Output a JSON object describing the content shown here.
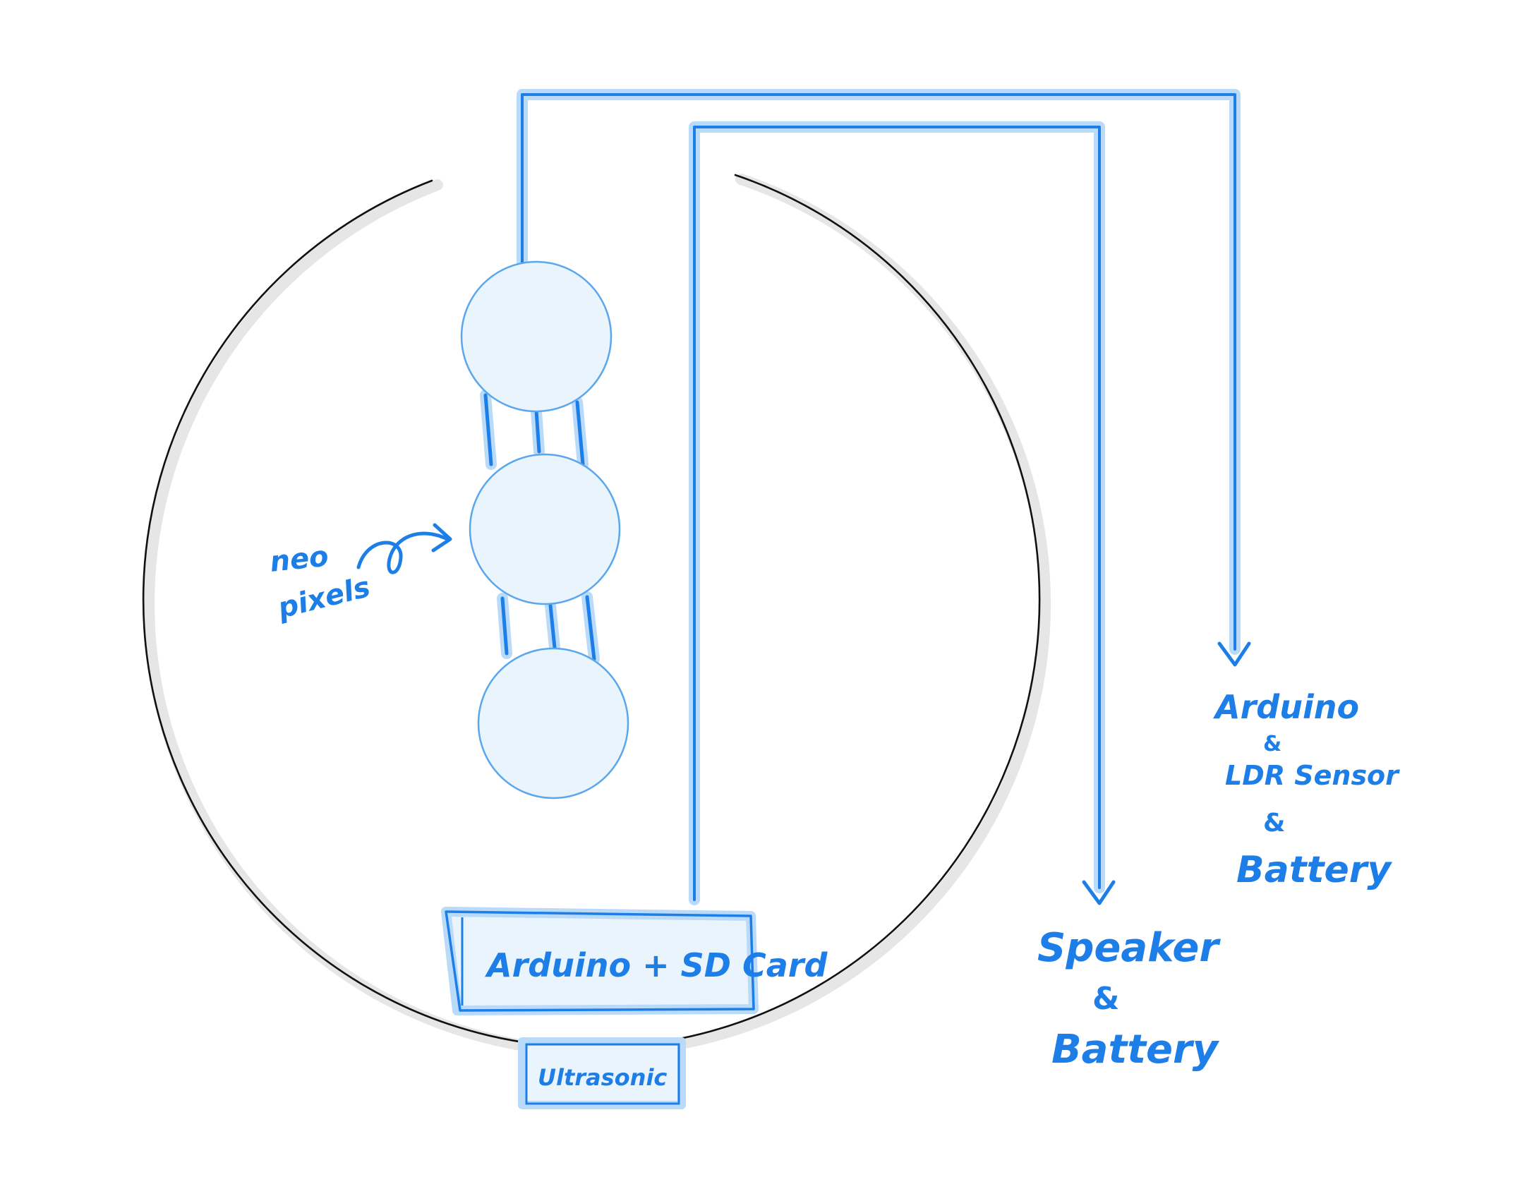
{
  "diagram": {
    "labels": {
      "neo_pixels_line1": "neo",
      "neo_pixels_line2": "pixels",
      "arduino_sd": "Arduino + SD Card",
      "ultrasonic": "Ultrasonic",
      "speaker_line1": "Speaker",
      "speaker_line2": "&",
      "speaker_line3": "Battery",
      "right_line1": "Arduino",
      "right_line2": "&",
      "right_line3": "LDR Sensor",
      "right_line4": "&",
      "right_line5": "Battery"
    },
    "colors": {
      "accent": "#1e7ee8",
      "accent_soft": "#b9daf8",
      "fill_soft": "#eaf4fd",
      "outline": "#111111"
    }
  }
}
